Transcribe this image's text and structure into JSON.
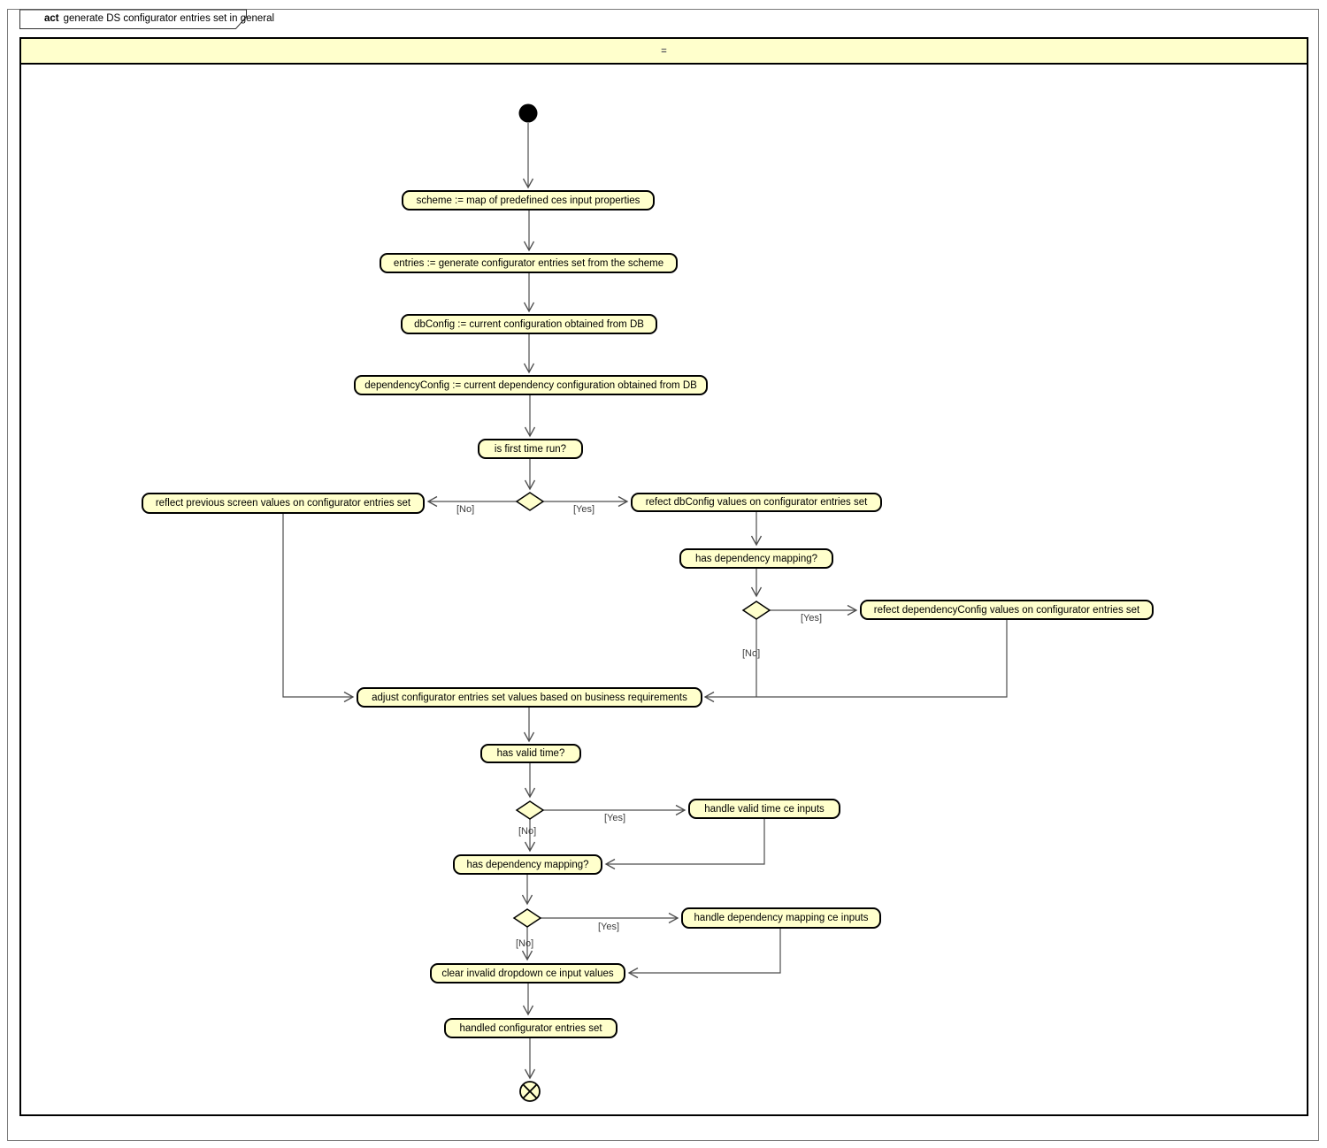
{
  "frame": {
    "keyword": "act",
    "title": "generate DS configurator entries set in general"
  },
  "partition": {
    "label": "="
  },
  "guards": {
    "yes": "[Yes]",
    "no": "[No]"
  },
  "colors": {
    "node_fill": "#FFFFCC",
    "node_border": "#000000",
    "connector": "#4D4D4D",
    "frame_border": "#000000",
    "outer_border": "#7A7A7A"
  },
  "nodes": {
    "scheme": {
      "label": "scheme := map of predefined ces input properties"
    },
    "entries": {
      "label": "entries := generate configurator entries set from the scheme"
    },
    "dbconfig": {
      "label": "dbConfig := current configuration obtained from DB"
    },
    "dependencyconfig": {
      "label": "dependencyConfig := current dependency configuration obtained from DB"
    },
    "first_time": {
      "label": "is first time run?"
    },
    "reflect_previous": {
      "label": "reflect previous screen values on configurator entries set"
    },
    "refect_dbconfig": {
      "label": "refect dbConfig values on configurator entries set"
    },
    "has_dep_mapping_1": {
      "label": "has dependency mapping?"
    },
    "refect_depconfig": {
      "label": "refect dependencyConfig values on configurator entries set"
    },
    "adjust": {
      "label": "adjust configurator entries set values based on business requirements"
    },
    "has_valid_time": {
      "label": "has valid time?"
    },
    "handle_valid_time": {
      "label": "handle valid time ce inputs"
    },
    "has_dep_mapping_2": {
      "label": "has dependency mapping?"
    },
    "handle_dep_mapping": {
      "label": "handle dependency mapping ce inputs"
    },
    "clear_invalid": {
      "label": "clear invalid dropdown ce input values"
    },
    "handled": {
      "label": "handled configurator entries set"
    }
  }
}
